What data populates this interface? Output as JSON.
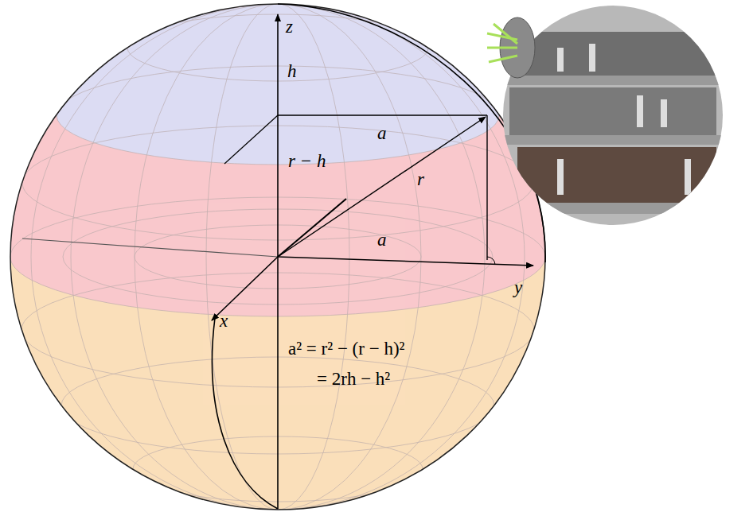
{
  "diagram": {
    "labels": [
      "z",
      "h",
      "a",
      "r − h",
      "r",
      "a",
      "y",
      "x",
      "a² = r² − (r − h)²",
      "= 2rh − h²"
    ]
  }
}
